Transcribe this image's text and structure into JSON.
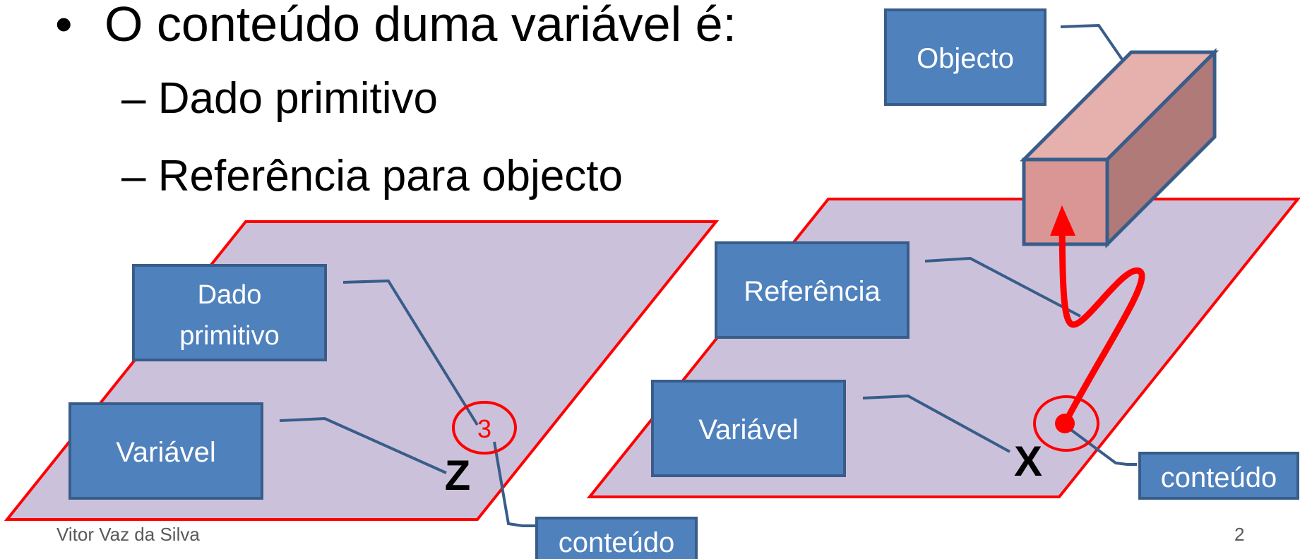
{
  "slide": {
    "bullet": "O conteúdo duma variável é:",
    "bullet_symbol": "•",
    "sub_items": [
      "– Dado primitivo",
      "– Referência para objecto"
    ],
    "footer_author": "Vitor Vaz da Silva",
    "page_number": "2"
  },
  "left_diagram": {
    "label_primitive_line1": "Dado",
    "label_primitive_line2": "primitivo",
    "label_variable": "Variável",
    "value": "3",
    "variable_name": "Z",
    "label_content": "conteúdo"
  },
  "right_diagram": {
    "label_object": "Objecto",
    "label_reference": "Referência",
    "label_variable": "Variável",
    "variable_name": "X",
    "label_content": "conteúdo"
  },
  "colors": {
    "box_fill": "#4f81bd",
    "box_stroke": "#385d8a",
    "plane_fill": "#ccc1da",
    "plane_stroke": "#ff0000",
    "accent_red": "#ff0000",
    "object_front": "#d99694",
    "object_top": "#e6b0ad",
    "object_side": "#b07a78"
  }
}
